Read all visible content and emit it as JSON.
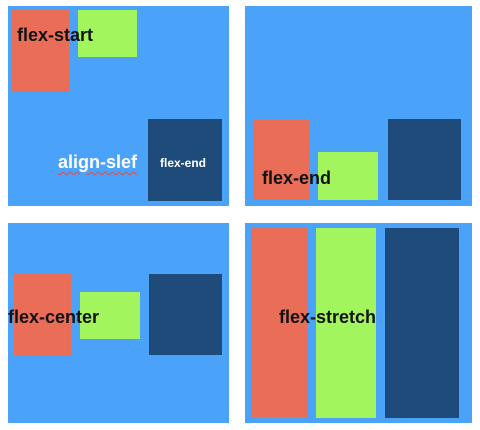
{
  "panels": {
    "start": {
      "label": "flex-start",
      "note": "align-slef",
      "end_label": "flex-end"
    },
    "end": {
      "label": "flex-end"
    },
    "center": {
      "label": "flex-center"
    },
    "stretch": {
      "label": "flex-stretch"
    }
  },
  "colors": {
    "panel_bg": "#4aa2f9",
    "box1": "#ea6d58",
    "box2": "#a2f55d",
    "box3": "#1f4b7a"
  }
}
